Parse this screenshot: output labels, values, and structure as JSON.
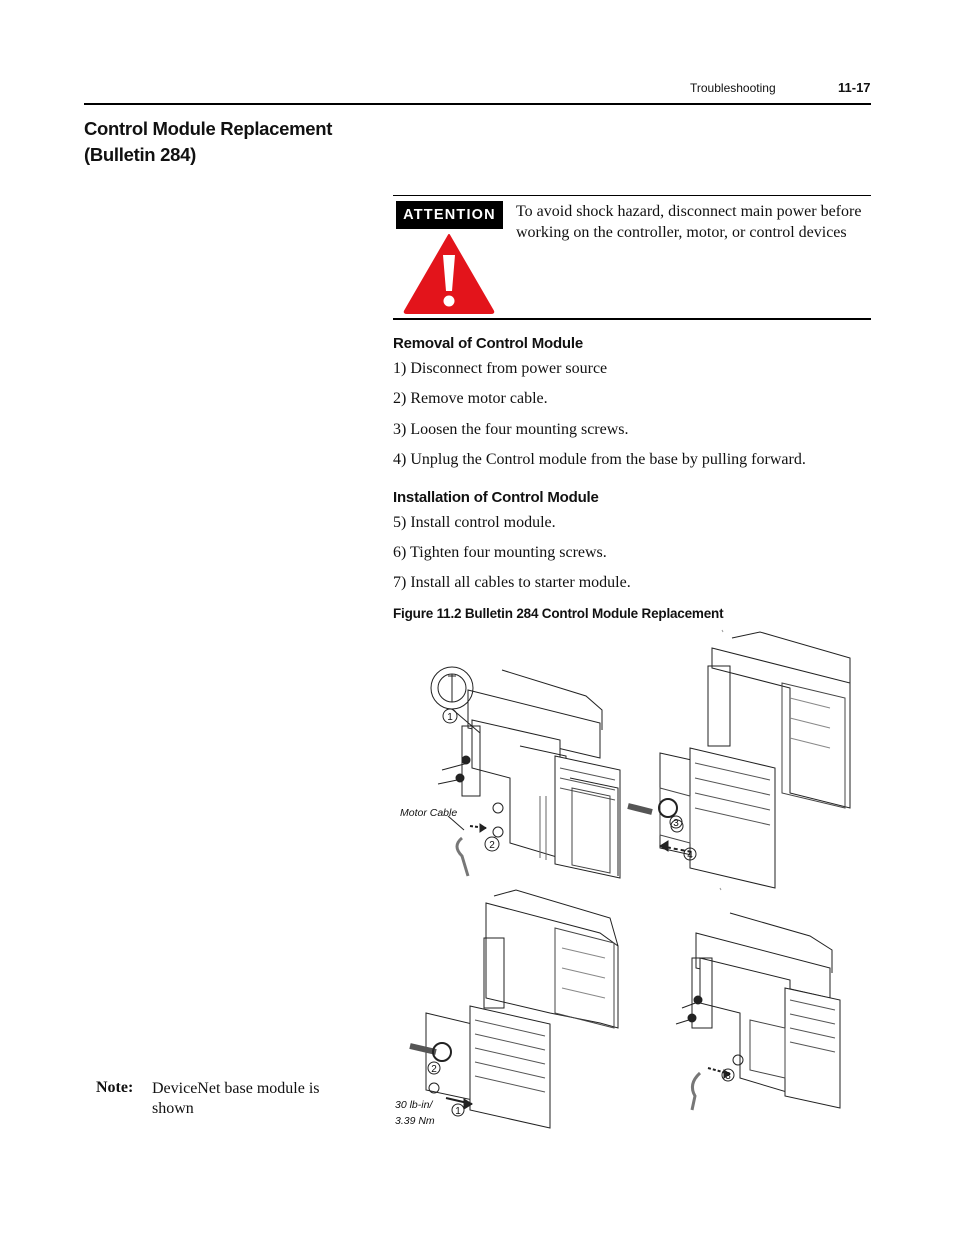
{
  "header": {
    "section": "Troubleshooting",
    "page_number": "11-17"
  },
  "title": {
    "line1": "Control Module Replacement",
    "line2": "(Bulletin 284)"
  },
  "attention": {
    "label": "ATTENTION",
    "text": "To avoid shock hazard, disconnect main power before working on the controller, motor, or control devices"
  },
  "removal": {
    "heading": "Removal of Control Module",
    "steps": [
      "1) Disconnect from power source",
      "2) Remove motor cable.",
      "3) Loosen the four mounting screws.",
      "4) Unplug the Control module from the base by pulling forward."
    ]
  },
  "installation": {
    "heading": "Installation of Control Module",
    "steps": [
      "5) Install control module.",
      "6) Tighten four mounting screws.",
      "7) Install all cables to starter module."
    ]
  },
  "figure": {
    "caption": "Figure 11.2 Bulletin 284 Control Module Replacement",
    "motor_cable_label": "Motor Cable",
    "torque_label_line1": "30 lb-in/",
    "torque_label_line2": "3.39 Nm",
    "callouts": {
      "c1": "1",
      "c2": "2",
      "c3": "3",
      "c4": "4"
    }
  },
  "note": {
    "label": "Note:",
    "text": "DeviceNet base module is shown"
  },
  "colors": {
    "warning_red": "#e3141b",
    "rule": "#000000"
  }
}
